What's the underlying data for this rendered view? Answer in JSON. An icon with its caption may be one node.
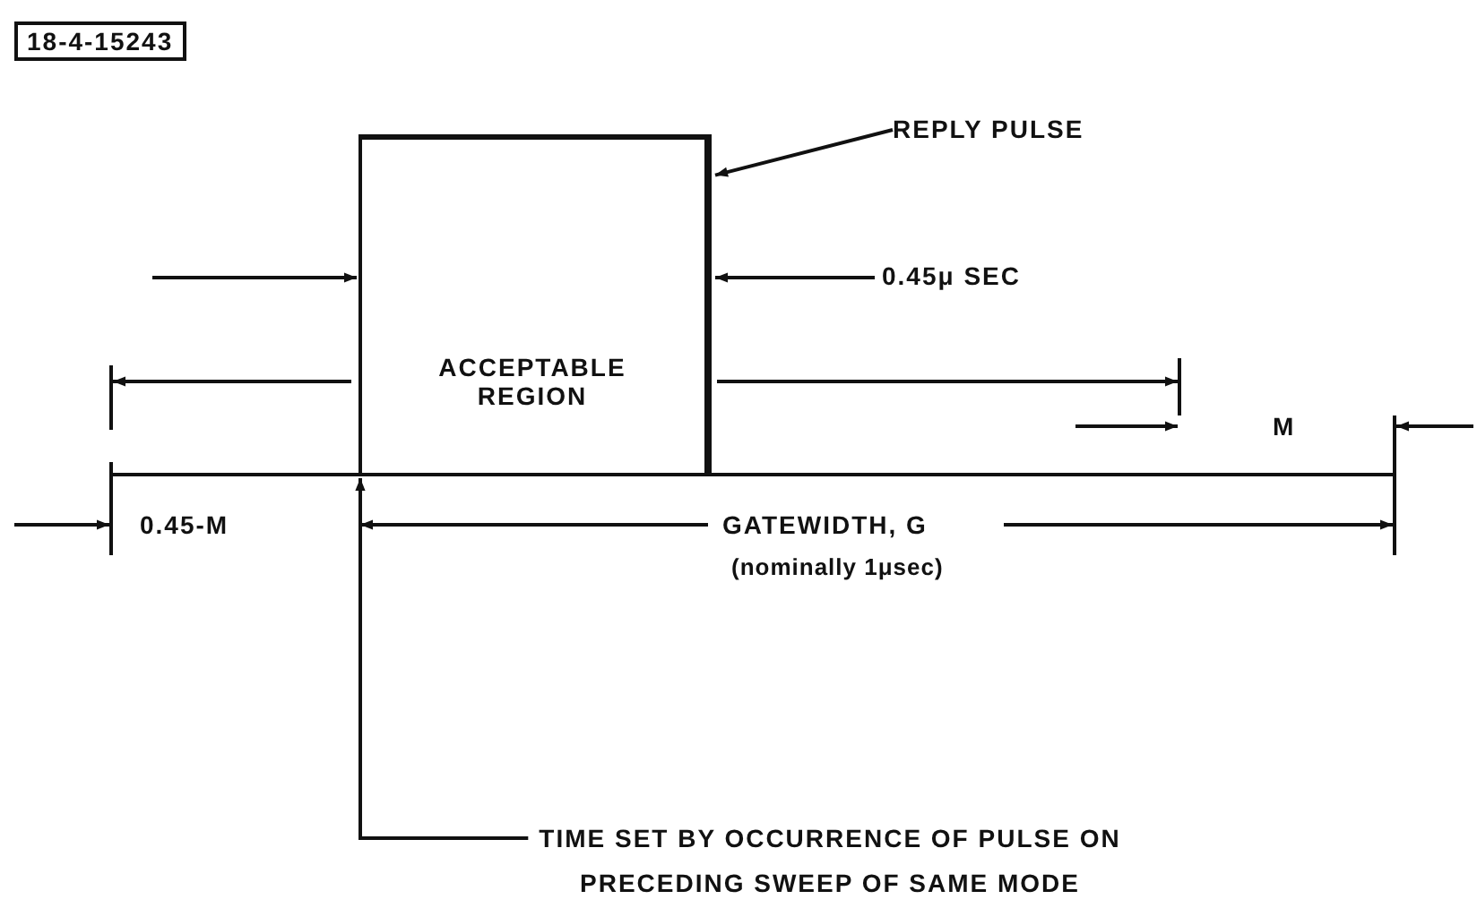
{
  "diagram": {
    "nodes": [
      {
        "text": [
          "REPLY PULSE"
        ]
      },
      {
        "text": [],
        "shape": "box"
      },
      {
        "text": [
          "TIME SET BY OCCURRENCE OF PULSE ON PRECEDING SWEEP OF SAME MODE"
        ]
      }
    ],
    "edges": [
      {
        "from": 0,
        "to": 1,
        "arrow": "to"
      },
      {
        "from": 2,
        "to": 1,
        "arrow": "to"
      }
    ],
    "labels": [
      "18-4-15243",
      "0.45μ SEC",
      "ACCEPTABLE REGION",
      "M",
      "0.45-M",
      "GATEWIDTH, G",
      "(nominally 1μsec)"
    ]
  }
}
